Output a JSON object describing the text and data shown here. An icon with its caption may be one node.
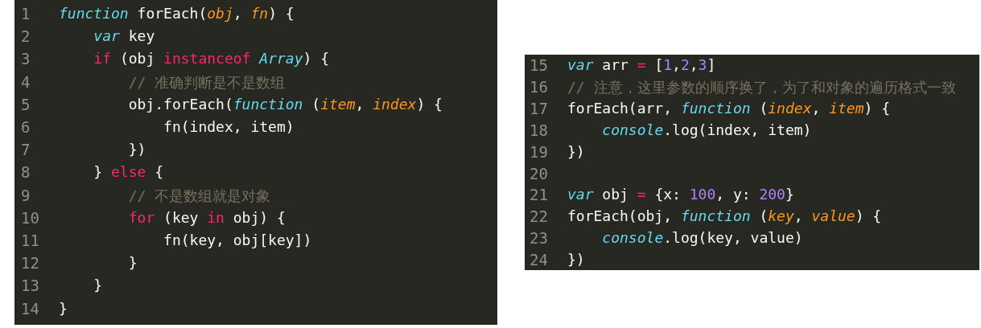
{
  "diagram": {
    "nodes": [
      {
        "text": [
          "*function* forEach(*obj*, *fn*) {",
          "    *var* key",
          "    if (obj instanceof *Array*) {",
          "        // 准确判断是不是数组",
          "        obj.forEach(*function* (*item*, *index*) {",
          "            fn(index, item)",
          "        })",
          "    } else {",
          "        // 不是数组就是对象",
          "        for (key in obj) {",
          "            fn(key, obj[key])",
          "        }",
          "    }",
          "}"
        ]
      },
      {
        "text": [
          "*var* arr = [1,2,3]",
          "// 注意，这里参数的顺序换了，为了和对象的遍历格式一致",
          "forEach(arr, *function* (*index*, *item*) {",
          "    *console*.log(index, item)",
          "})",
          "*var* obj = {x: 100, y: 200}",
          "forEach(obj, *function* (*key*, *value*) {",
          "    *console*.log(key, value)",
          "})"
        ]
      }
    ],
    "labels": [
      "1",
      "2",
      "3",
      "4",
      "5",
      "6",
      "7",
      "8",
      "9",
      "10",
      "11",
      "12",
      "13",
      "14",
      "15",
      "16",
      "17",
      "18",
      "19",
      "20",
      "21",
      "22",
      "23",
      "24"
    ]
  }
}
